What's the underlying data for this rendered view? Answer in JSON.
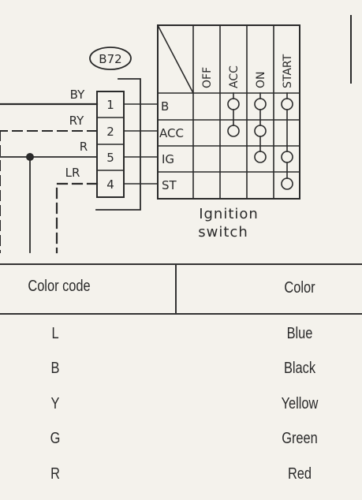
{
  "connector": {
    "id": "B72",
    "pins": [
      "1",
      "2",
      "5",
      "4"
    ]
  },
  "wires": [
    "BY",
    "RY",
    "R",
    "LR"
  ],
  "switch": {
    "positions": [
      "OFF",
      "ACC",
      "ON",
      "START"
    ],
    "terminals": [
      "B",
      "ACC",
      "IG",
      "ST"
    ],
    "caption_line1": "Ignition",
    "caption_line2": "switch"
  },
  "color_table": {
    "headers": {
      "code": "Color code",
      "color": "Color"
    },
    "rows": [
      {
        "code": "L",
        "color": "Blue"
      },
      {
        "code": "B",
        "color": "Black"
      },
      {
        "code": "Y",
        "color": "Yellow"
      },
      {
        "code": "G",
        "color": "Green"
      },
      {
        "code": "R",
        "color": "Red"
      }
    ]
  }
}
